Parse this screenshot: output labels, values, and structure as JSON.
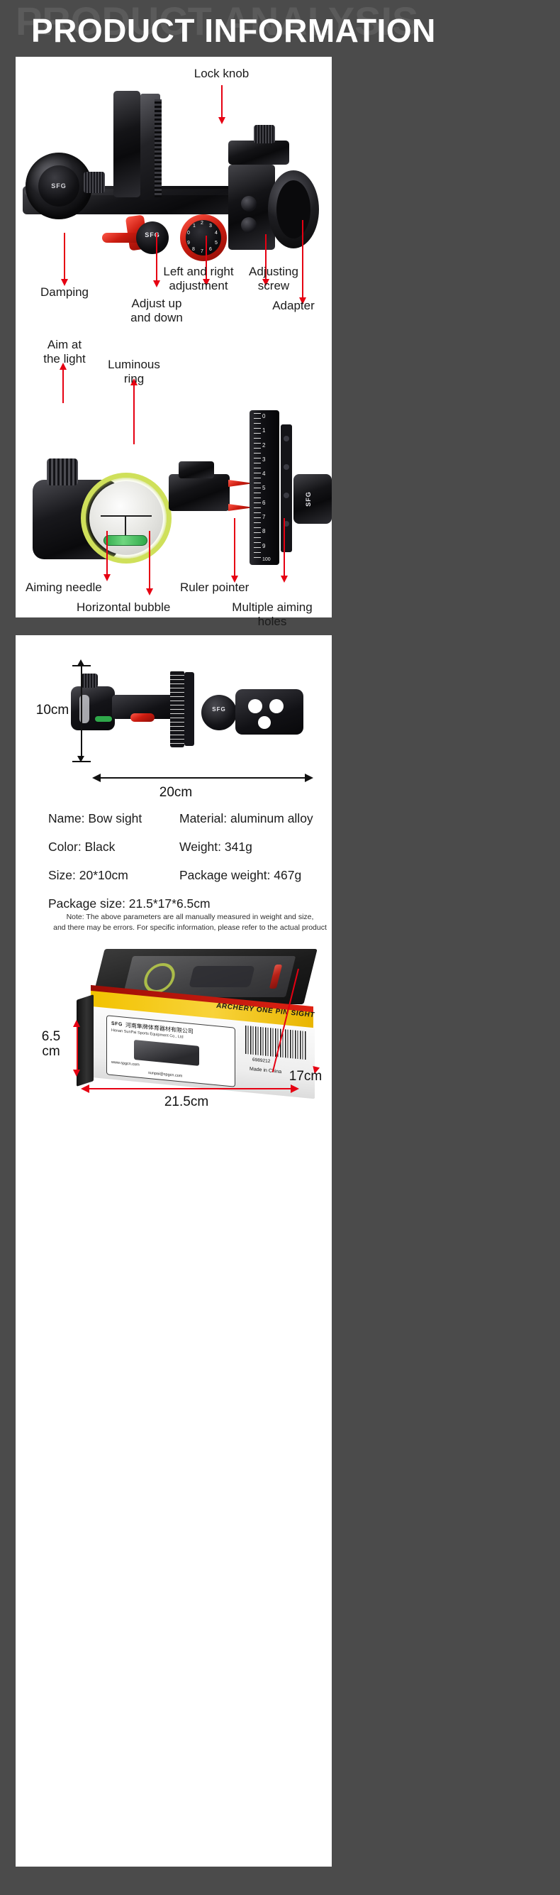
{
  "header": {
    "watermark": "PRODUCT ANALYSIS",
    "title": "PRODUCT INFORMATION"
  },
  "brand": {
    "name": "SFG",
    "company_cn": "河南隼牌体育器材有限公司",
    "company_en": "Henan SunPai Sports Equipment Co., Ltd",
    "website": "www.spgcn.com",
    "email": "sunpai@spgcn.com",
    "box_slogan": "ARCHERY ONE PIN SIGHT",
    "origin": "Made in China",
    "barcode_number": "6989212"
  },
  "features_panel": {
    "top_callouts": [
      {
        "id": "lock-knob",
        "label": "Lock knob"
      },
      {
        "id": "damping",
        "label": "Damping"
      },
      {
        "id": "adjust-up-down",
        "label": "Adjust up\nand down"
      },
      {
        "id": "left-right-adjustment",
        "label": "Left and right\nadjustment"
      },
      {
        "id": "adjusting-screw",
        "label": "Adjusting\nscrew"
      },
      {
        "id": "adapter",
        "label": "Adapter"
      }
    ],
    "bottom_callouts": [
      {
        "id": "aim-at-the-light",
        "label": "Aim at\nthe light"
      },
      {
        "id": "luminous-ring",
        "label": "Luminous\nring"
      },
      {
        "id": "aiming-needle",
        "label": "Aiming needle"
      },
      {
        "id": "horizontal-bubble",
        "label": "Horizontal bubble"
      },
      {
        "id": "ruler-pointer",
        "label": "Ruler pointer"
      },
      {
        "id": "multiple-aiming-holes",
        "label": "Multiple aiming\nholes"
      }
    ],
    "dial_numbers": [
      "0",
      "1",
      "2",
      "3",
      "4",
      "5",
      "6",
      "7",
      "8",
      "9"
    ],
    "ruler_numbers": [
      "0",
      "1",
      "2",
      "3",
      "4",
      "5",
      "6",
      "7",
      "8",
      "9",
      "100"
    ]
  },
  "specs_panel": {
    "dimensions": {
      "height": "10cm",
      "width": "20cm"
    },
    "rows": [
      [
        {
          "label": "Name: Bow sight"
        },
        {
          "label": "Material: aluminum alloy"
        }
      ],
      [
        {
          "label": "Color: Black"
        },
        {
          "label": "Weight: 341g"
        }
      ],
      [
        {
          "label": "Size: 20*10cm"
        },
        {
          "label": "Package weight: 467g"
        }
      ]
    ],
    "package_size": "Package size: 21.5*17*6.5cm",
    "note_line1": "Note: The above parameters are all manually measured in weight and size,",
    "note_line2": "and there may be errors. For specific information, please refer to the actual product",
    "package_dimensions": {
      "height": "6.5\ncm",
      "depth": "17cm",
      "width": "21.5cm"
    }
  },
  "colors": {
    "page_background": "#4b4b4b",
    "panel_background": "#ffffff",
    "watermark": "#5b5b5b",
    "title": "#ffffff",
    "arrow_red": "#e60012",
    "text": "#1b1b1b",
    "accent_yellow": "#f5c518",
    "luminous_green": "#c9dd3b"
  }
}
